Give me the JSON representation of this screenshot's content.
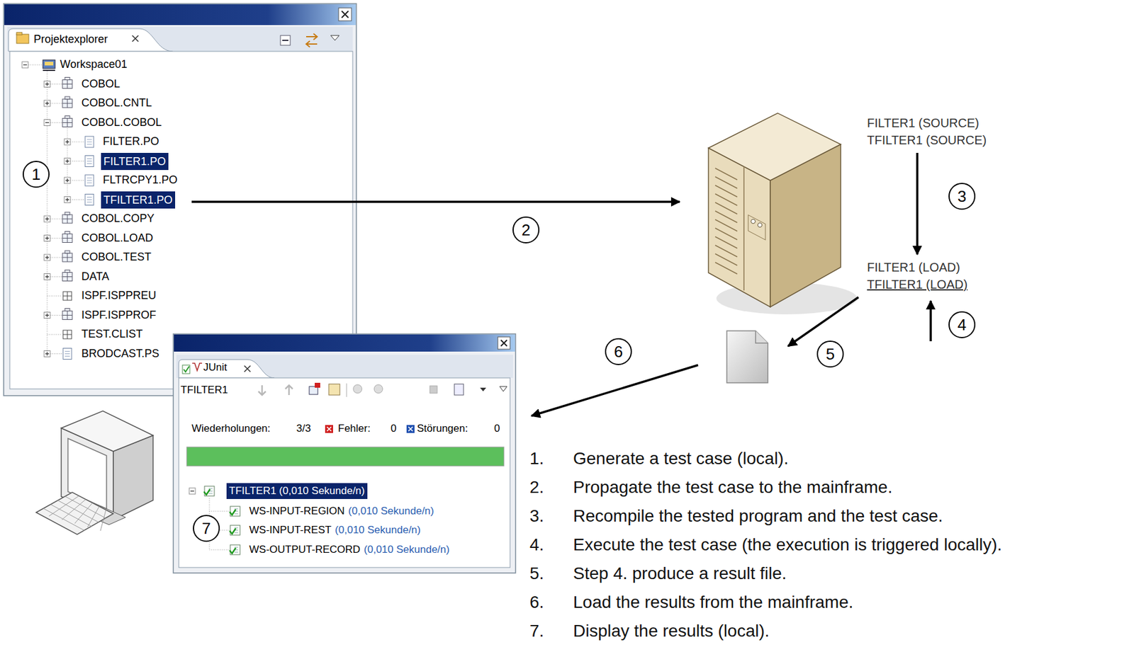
{
  "diagram": {
    "nodes": [
      {
        "text": [
          "Projektexplorer"
        ]
      },
      {
        "text": [
          "FILTER1.PO"
        ],
        "in": 0
      },
      {
        "text": [
          "TFILTER1.PO"
        ],
        "in": 0
      },
      {
        "text": [
          "FILTER1 (SOURCE)",
          "TFILTER1 (SOURCE)"
        ]
      },
      {
        "text": [
          "FILTER1 (LOAD)",
          "TFILTER1 (LOAD)"
        ]
      },
      {
        "text": [
          "JUnit"
        ]
      },
      {
        "text": [
          "TFILTER1 (0,010 Sekunde/n)"
        ],
        "in": 5
      }
    ],
    "edges": [
      {
        "from": 3,
        "to": 4,
        "arrow": "to"
      }
    ],
    "labels": [
      "Workspace01",
      "COBOL",
      "COBOL.CNTL",
      "COBOL.COBOL",
      "FILTER.PO",
      "FLTRCPY1.PO",
      "COBOL.COPY",
      "COBOL.LOAD",
      "COBOL.TEST",
      "DATA",
      "ISPF.ISPPREU",
      "ISPF.ISPPROF",
      "TEST.CLIST",
      "BRODCAST.PS",
      "1",
      "2",
      "3",
      "4",
      "5",
      "6",
      "TFILTER1",
      "Wiederholungen:",
      "3/3",
      "Fehler:",
      "0",
      "Störungen:",
      "0",
      "WS-INPUT-REGION",
      "(0,010 Sekunde/n)",
      "WS-INPUT-REST",
      "(0,010 Sekunde/n)",
      "WS-OUTPUT-RECORD",
      "(0,010 Sekunde/n)",
      "7",
      "1.",
      "Generate a test case (local).",
      "2.",
      "Propagate the test case to the mainframe.",
      "3.",
      "Recompile the tested program and the test case.",
      "4.",
      "Execute the test case (the execution is triggered locally).",
      "5.",
      "Step 4. produce a result file.",
      "6.",
      "Load the results from the mainframe.",
      "7.",
      "Display the results (local)."
    ]
  }
}
